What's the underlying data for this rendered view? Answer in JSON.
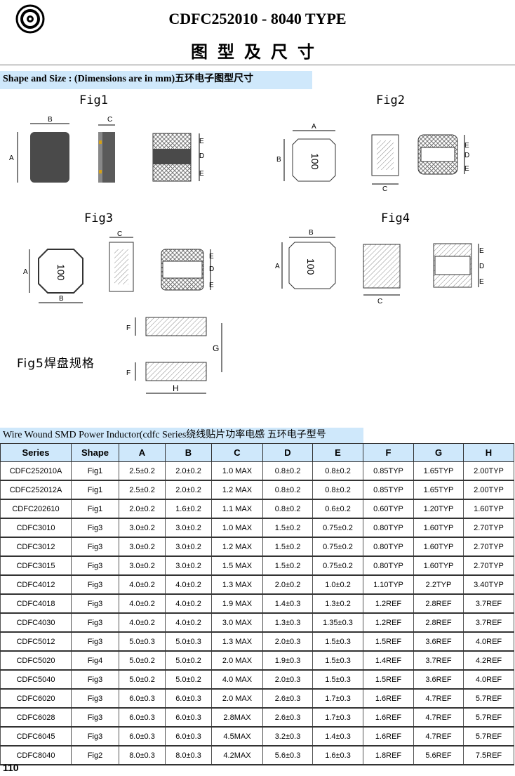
{
  "header": {
    "title": "CDFC252010 - 8040 TYPE",
    "subtitle": "图型及尺寸"
  },
  "section1": {
    "heading": "Shape and Size : (Dimensions are in mm)五环电子图型尺寸"
  },
  "figures": {
    "fig1": "Fig1",
    "fig2": "Fig2",
    "fig3": "Fig3",
    "fig4": "Fig4",
    "fig5": "Fig5焊盘规格",
    "marking": "100",
    "dims": {
      "a": "A",
      "b": "B",
      "c": "C",
      "d": "D",
      "e": "E",
      "f": "F",
      "g": "G",
      "h": "H"
    }
  },
  "section2": {
    "heading": "Wire Wound SMD Power Inductor(cdfc Series绕线贴片功率电感 五环电子型号"
  },
  "table": {
    "headers": [
      "Series",
      "Shape",
      "A",
      "B",
      "C",
      "D",
      "E",
      "F",
      "G",
      "H"
    ],
    "rows": [
      [
        "CDFC252010A",
        "Fig1",
        "2.5±0.2",
        "2.0±0.2",
        "1.0 MAX",
        "0.8±0.2",
        "0.8±0.2",
        "0.85TYP",
        "1.65TYP",
        "2.00TYP"
      ],
      [
        "CDFC252012A",
        "Fig1",
        "2.5±0.2",
        "2.0±0.2",
        "1.2 MAX",
        "0.8±0.2",
        "0.8±0.2",
        "0.85TYP",
        "1.65TYP",
        "2.00TYP"
      ],
      [
        "CDFC202610",
        "Fig1",
        "2.0±0.2",
        "1.6±0.2",
        "1.1 MAX",
        "0.8±0.2",
        "0.6±0.2",
        "0.60TYP",
        "1.20TYP",
        "1.60TYP"
      ],
      [
        "CDFC3010",
        "Fig3",
        "3.0±0.2",
        "3.0±0.2",
        "1.0 MAX",
        "1.5±0.2",
        "0.75±0.2",
        "0.80TYP",
        "1.60TYP",
        "2.70TYP"
      ],
      [
        "CDFC3012",
        "Fig3",
        "3.0±0.2",
        "3.0±0.2",
        "1.2 MAX",
        "1.5±0.2",
        "0.75±0.2",
        "0.80TYP",
        "1.60TYP",
        "2.70TYP"
      ],
      [
        "CDFC3015",
        "Fig3",
        "3.0±0.2",
        "3.0±0.2",
        "1.5 MAX",
        "1.5±0.2",
        "0.75±0.2",
        "0.80TYP",
        "1.60TYP",
        "2.70TYP"
      ],
      [
        "CDFC4012",
        "Fig3",
        "4.0±0.2",
        "4.0±0.2",
        "1.3 MAX",
        "2.0±0.2",
        "1.0±0.2",
        "1.10TYP",
        "2.2TYP",
        "3.40TYP"
      ],
      [
        "CDFC4018",
        "Fig3",
        "4.0±0.2",
        "4.0±0.2",
        "1.9 MAX",
        "1.4±0.3",
        "1.3±0.2",
        "1.2REF",
        "2.8REF",
        "3.7REF"
      ],
      [
        "CDFC4030",
        "Fig3",
        "4.0±0.2",
        "4.0±0.2",
        "3.0 MAX",
        "1.3±0.3",
        "1.35±0.3",
        "1.2REF",
        "2.8REF",
        "3.7REF"
      ],
      [
        "CDFC5012",
        "Fig3",
        "5.0±0.3",
        "5.0±0.3",
        "1.3 MAX",
        "2.0±0.3",
        "1.5±0.3",
        "1.5REF",
        "3.6REF",
        "4.0REF"
      ],
      [
        "CDFC5020",
        "Fig4",
        "5.0±0.2",
        "5.0±0.2",
        "2.0 MAX",
        "1.9±0.3",
        "1.5±0.3",
        "1.4REF",
        "3.7REF",
        "4.2REF"
      ],
      [
        "CDFC5040",
        "Fig3",
        "5.0±0.2",
        "5.0±0.2",
        "4.0 MAX",
        "2.0±0.3",
        "1.5±0.3",
        "1.5REF",
        "3.6REF",
        "4.0REF"
      ],
      [
        "CDFC6020",
        "Fig3",
        "6.0±0.3",
        "6.0±0.3",
        "2.0 MAX",
        "2.6±0.3",
        "1.7±0.3",
        "1.6REF",
        "4.7REF",
        "5.7REF"
      ],
      [
        "CDFC6028",
        "Fig3",
        "6.0±0.3",
        "6.0±0.3",
        "2.8MAX",
        "2.6±0.3",
        "1.7±0.3",
        "1.6REF",
        "4.7REF",
        "5.7REF"
      ],
      [
        "CDFC6045",
        "Fig3",
        "6.0±0.3",
        "6.0±0.3",
        "4.5MAX",
        "3.2±0.3",
        "1.4±0.3",
        "1.6REF",
        "4.7REF",
        "5.7REF"
      ],
      [
        "CDFC8040",
        "Fig2",
        "8.0±0.3",
        "8.0±0.3",
        "4.2MAX",
        "5.6±0.3",
        "1.6±0.3",
        "1.8REF",
        "5.6REF",
        "7.5REF"
      ]
    ]
  },
  "footer": {
    "page_number": "110"
  }
}
